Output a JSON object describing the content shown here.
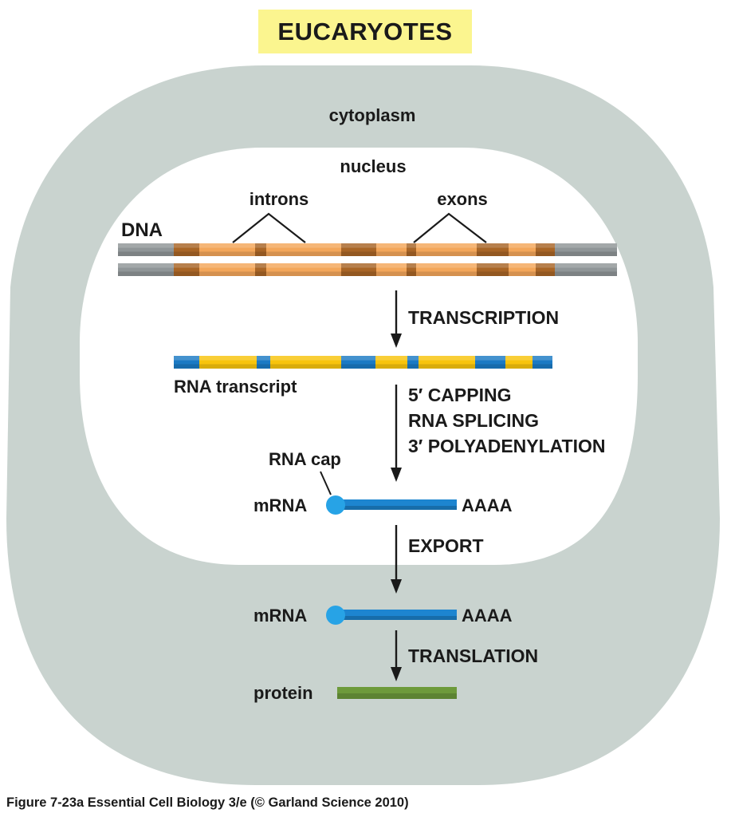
{
  "title": "EUCARYOTES",
  "caption": "Figure 7-23a  Essential Cell Biology 3/e (© Garland Science 2010)",
  "colors": {
    "title_bg": "#fbf58f",
    "cytoplasm": "#c9d3cf",
    "nucleus": "#ffffff",
    "dna_flank": "#8f9597",
    "dna_exon": "#a86526",
    "dna_intron": "#f3a65a",
    "rna_exon": "#1b7ac4",
    "rna_intron": "#f8c40c",
    "mrna": "#1d85d0",
    "cap": "#27a3e6",
    "protein": "#6d9a3b",
    "arrow": "#1a1a1a"
  },
  "compartments": {
    "cytoplasm_label": "cytoplasm",
    "nucleus_label": "nucleus"
  },
  "dna": {
    "label": "DNA",
    "introns_label": "introns",
    "exons_label": "exons",
    "segments": [
      {
        "type": "flank",
        "length": 70
      },
      {
        "type": "exon",
        "length": 32
      },
      {
        "type": "intron",
        "length": 70
      },
      {
        "type": "exon",
        "length": 14
      },
      {
        "type": "intron",
        "length": 94
      },
      {
        "type": "exon",
        "length": 44
      },
      {
        "type": "intron",
        "length": 38
      },
      {
        "type": "exon",
        "length": 12
      },
      {
        "type": "intron",
        "length": 76
      },
      {
        "type": "exon",
        "length": 40
      },
      {
        "type": "intron",
        "length": 34
      },
      {
        "type": "exon",
        "length": 24
      },
      {
        "type": "flank",
        "length": 78
      }
    ]
  },
  "steps": {
    "transcription": "TRANSCRIPTION",
    "processing": [
      "5′ CAPPING",
      "RNA SPLICING",
      "3′ POLYADENYLATION"
    ],
    "export": "EXPORT",
    "translation": "TRANSLATION"
  },
  "rna_transcript": {
    "label": "RNA transcript",
    "segments": [
      {
        "type": "exon",
        "length": 32
      },
      {
        "type": "intron",
        "length": 72
      },
      {
        "type": "exon",
        "length": 17
      },
      {
        "type": "intron",
        "length": 89
      },
      {
        "type": "exon",
        "length": 43
      },
      {
        "type": "intron",
        "length": 40
      },
      {
        "type": "exon",
        "length": 14
      },
      {
        "type": "intron",
        "length": 71
      },
      {
        "type": "exon",
        "length": 38
      },
      {
        "type": "intron",
        "length": 34
      },
      {
        "type": "exon",
        "length": 25
      }
    ]
  },
  "mrna_nuclear": {
    "label": "mRNA",
    "tail": "AAAA",
    "cap_label": "RNA cap"
  },
  "mrna_cytoplasm": {
    "label": "mRNA",
    "tail": "AAAA"
  },
  "protein": {
    "label": "protein"
  }
}
